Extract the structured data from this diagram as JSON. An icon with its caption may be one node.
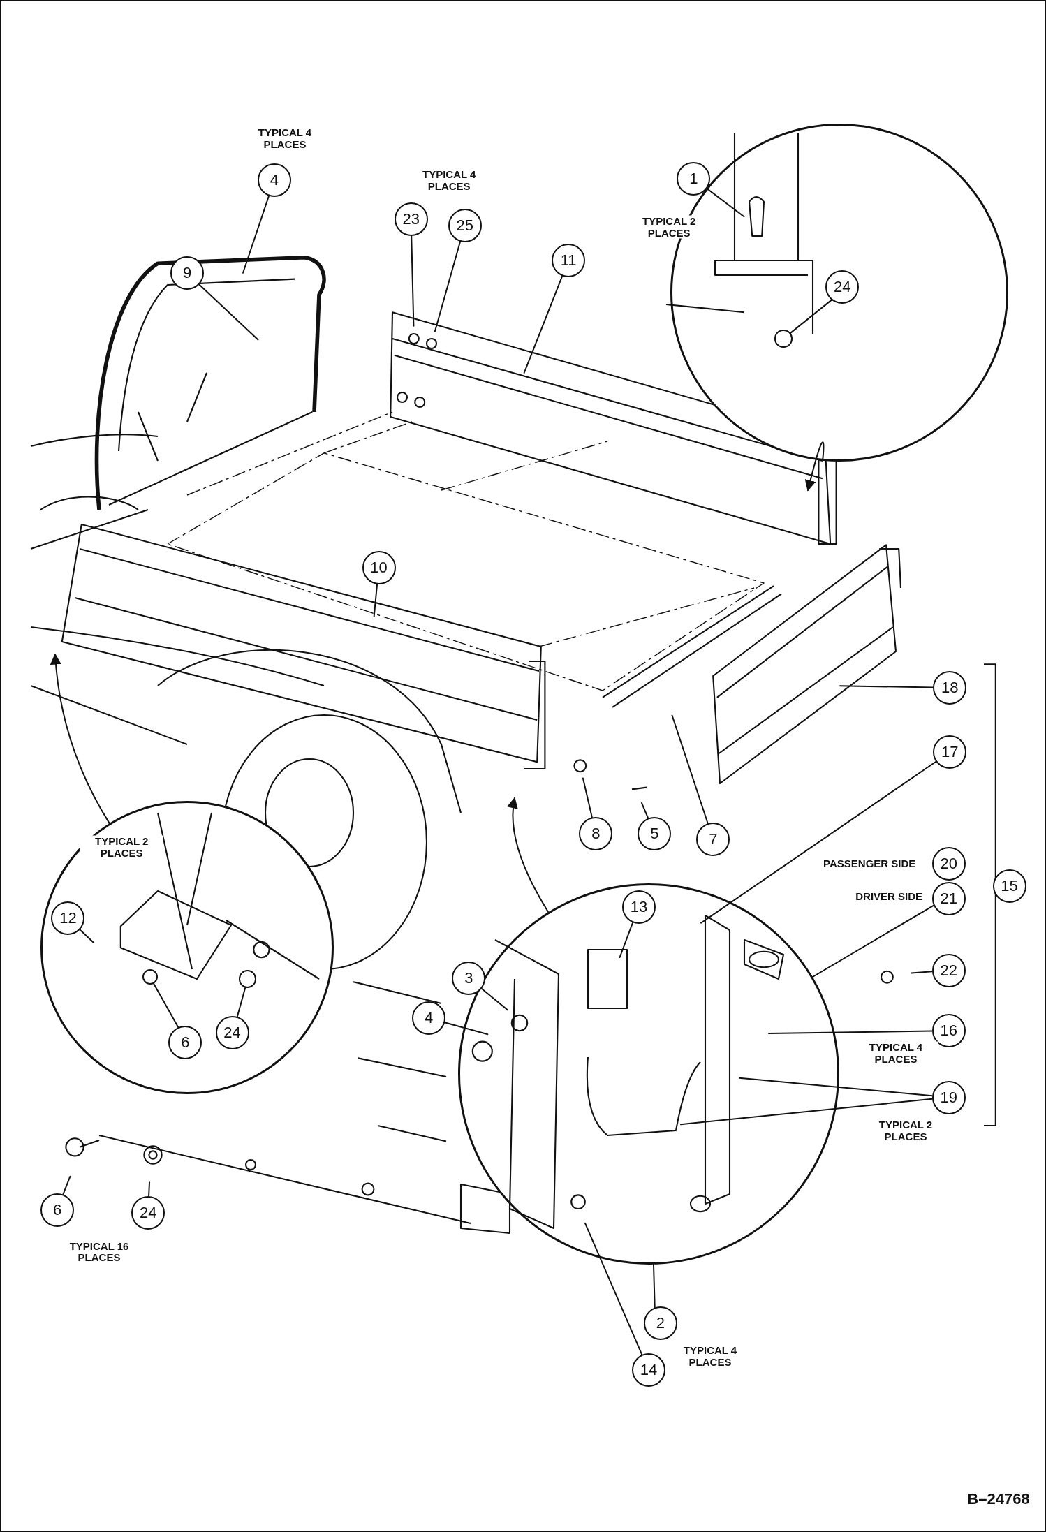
{
  "diagram": {
    "nodes": [
      {
        "text": [
          "4"
        ]
      },
      {
        "text": [
          "23"
        ]
      },
      {
        "text": [
          "25"
        ]
      },
      {
        "text": [],
        "shape": "circle"
      },
      {
        "text": [
          "1"
        ],
        "in": 3
      },
      {
        "text": [
          "24"
        ],
        "in": 3
      },
      {
        "text": [
          "9"
        ]
      },
      {
        "text": [
          "11"
        ]
      },
      {
        "text": [
          "10"
        ]
      },
      {
        "text": [
          "18"
        ]
      },
      {
        "text": [
          "17"
        ]
      },
      {
        "text": [
          "8"
        ]
      },
      {
        "text": [
          "5"
        ]
      },
      {
        "text": [
          "7"
        ]
      },
      {
        "text": [],
        "shape": "circle"
      },
      {
        "text": [
          "12"
        ],
        "in": 14
      },
      {
        "text": [
          "6"
        ],
        "in": 14
      },
      {
        "text": [
          "24"
        ],
        "in": 14
      },
      {
        "text": [
          "20"
        ]
      },
      {
        "text": [
          "15"
        ]
      },
      {
        "text": [],
        "shape": "circle"
      },
      {
        "text": [
          "13"
        ],
        "in": 20
      },
      {
        "text": [
          "21"
        ]
      },
      {
        "text": [
          "3"
        ]
      },
      {
        "text": [
          "22"
        ]
      },
      {
        "text": [
          "4"
        ]
      },
      {
        "text": [
          "16"
        ]
      },
      {
        "text": [
          "19"
        ]
      },
      {
        "text": [
          "6"
        ]
      },
      {
        "text": [
          "24"
        ]
      },
      {
        "text": [
          "2"
        ]
      },
      {
        "text": [
          "14"
        ]
      },
      {
        "text": [],
        "shape": "circle",
        "in": 3
      },
      {
        "text": [],
        "shape": "circle",
        "in": 14
      },
      {
        "text": [],
        "shape": "circle",
        "in": 14
      }
    ],
    "edges": [
      {
        "from": 0,
        "to": null,
        "arrow": "none"
      },
      {
        "from": 1,
        "to": null,
        "arrow": "none"
      },
      {
        "from": 2,
        "to": null,
        "arrow": "none"
      },
      {
        "from": 4,
        "to": null,
        "arrow": "none"
      },
      {
        "from": 5,
        "to": 32,
        "arrow": "none"
      },
      {
        "from": 6,
        "to": null,
        "arrow": "none"
      },
      {
        "from": 7,
        "to": null,
        "arrow": "none"
      },
      {
        "from": 8,
        "to": null,
        "arrow": "none"
      },
      {
        "from": 9,
        "to": null,
        "arrow": "none"
      },
      {
        "from": 10,
        "to": null,
        "arrow": "none"
      },
      {
        "from": 11,
        "to": null,
        "arrow": "none"
      },
      {
        "from": 12,
        "to": null,
        "arrow": "none"
      },
      {
        "from": 13,
        "to": null,
        "arrow": "none"
      },
      {
        "from": 15,
        "to": null,
        "arrow": "none"
      },
      {
        "from": 16,
        "to": 33,
        "arrow": "none"
      },
      {
        "from": 17,
        "to": 34,
        "arrow": "none"
      },
      {
        "from": 22,
        "to": 20,
        "arrow": "none"
      },
      {
        "from": 21,
        "to": null,
        "arrow": "none"
      },
      {
        "from": 23,
        "to": null,
        "arrow": "none"
      },
      {
        "from": 24,
        "to": null,
        "arrow": "none"
      },
      {
        "from": 25,
        "to": null,
        "arrow": "none"
      },
      {
        "from": 26,
        "to": null,
        "arrow": "none"
      },
      {
        "from": 27,
        "to": null,
        "arrow": "none"
      },
      {
        "from": 27,
        "to": null,
        "arrow": "none"
      },
      {
        "from": 28,
        "to": null,
        "arrow": "none"
      },
      {
        "from": 29,
        "to": null,
        "arrow": "none"
      },
      {
        "from": 30,
        "to": 20,
        "arrow": "none"
      },
      {
        "from": 31,
        "to": null,
        "arrow": "none"
      },
      {
        "from": 3,
        "to": null,
        "arrow": "to"
      },
      {
        "from": 14,
        "to": null,
        "arrow": "to"
      },
      {
        "from": 20,
        "to": null,
        "arrow": "to"
      }
    ],
    "labels": [
      "TYPICAL 4 PLACES",
      "TYPICAL 4 PLACES",
      "TYPICAL 2 PLACES",
      "TYPICAL 2 PLACES",
      "PASSENGER SIDE",
      "DRIVER SIDE",
      "TYPICAL 4 PLACES",
      "TYPICAL 2 PLACES",
      "TYPICAL 16 PLACES",
      "TYPICAL 4 PLACES",
      "B–24768"
    ]
  }
}
